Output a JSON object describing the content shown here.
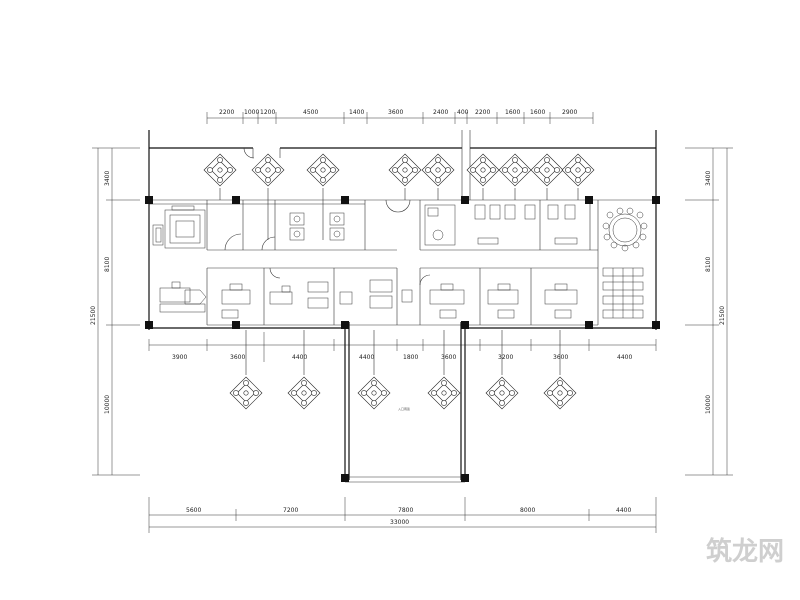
{
  "drawing": {
    "top_dims": [
      "2200",
      "1000",
      "1200",
      "4500",
      "1400",
      "3600",
      "2400",
      "400",
      "2200",
      "1600",
      "1600",
      "2900"
    ],
    "middle_dims_left": [
      "3900",
      "3600",
      "4400"
    ],
    "middle_dims_mid": [
      "4400",
      "1800",
      "3600"
    ],
    "middle_dims_right": [
      "3200",
      "3600",
      "4400"
    ],
    "bottom_dims": [
      "5600",
      "7200",
      "7800",
      "8000",
      "4400"
    ],
    "total_width": "33000",
    "left_dims": [
      "3400",
      "8100",
      "10000"
    ],
    "left_total": "21500",
    "right_dims": [
      "3400",
      "8100",
      "10000"
    ],
    "right_total": "21500",
    "entrance_label": "入口雨篷",
    "stamp_text": "筑龙网"
  }
}
